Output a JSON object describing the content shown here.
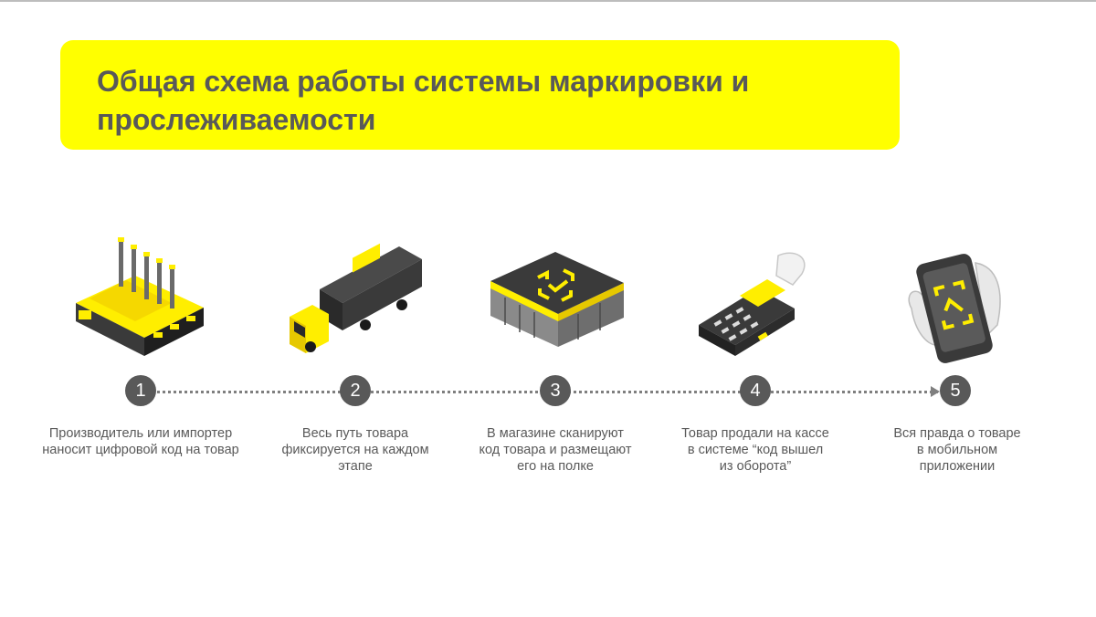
{
  "header": {
    "title": "Общая схема работы системы маркировки и прослеживаемости"
  },
  "colors": {
    "accent": "#ffff00",
    "text": "#595959",
    "dark": "#2b2b2b",
    "timeline": "#7f7f7f"
  },
  "steps": [
    {
      "number": "1",
      "caption": "Производитель или импортер\nнаносит цифровой код на товар",
      "icon": "factory-icon"
    },
    {
      "number": "2",
      "caption": "Весь путь товара\nфиксируется на каждом\nэтапе",
      "icon": "truck-icon"
    },
    {
      "number": "3",
      "caption": "В магазине сканируют\nкод товара и размещают\nего на полке",
      "icon": "store-icon"
    },
    {
      "number": "4",
      "caption": "Товар продали на кассе\nв системе “код вышел\nиз оборота”",
      "icon": "payment-terminal-icon"
    },
    {
      "number": "5",
      "caption": "Вся правда о товаре\nв мобильном\nприложении",
      "icon": "smartphone-icon"
    }
  ]
}
